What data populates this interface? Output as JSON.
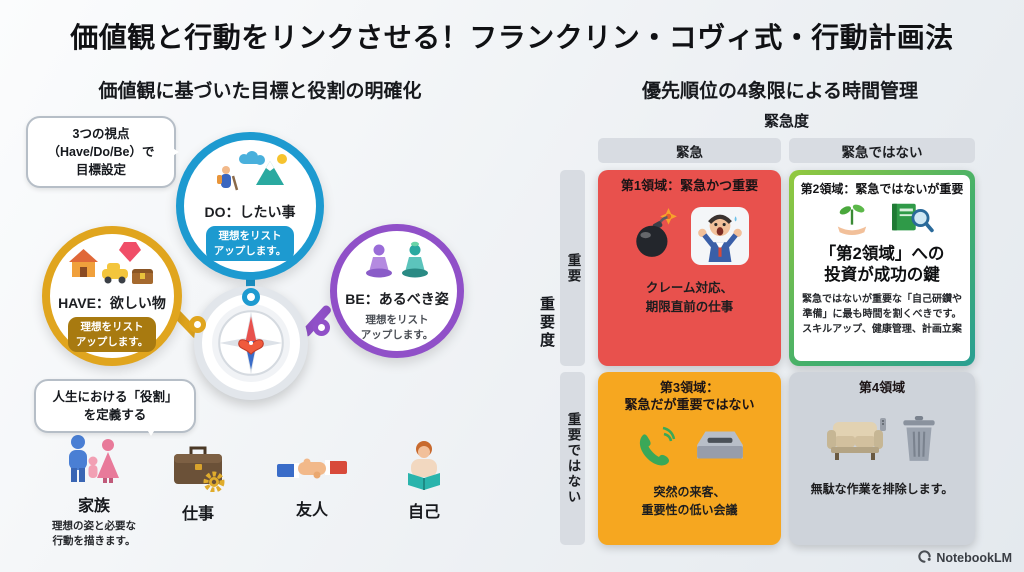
{
  "page": {
    "title": "価値観と行動をリンクさせる！フランクリン・コヴィ式・行動計画法",
    "brand": "NotebookLM"
  },
  "left": {
    "heading": "価値観に基づいた目標と役割の明確化",
    "bubble_goal": "3つの視点\n（Have/Do/Be）で\n目標設定",
    "bubble_role": "人生における「役割」\nを定義する",
    "do": {
      "title": "DO：したい事",
      "desc": "理想をリスト\nアップします。"
    },
    "have": {
      "title": "HAVE：欲しい物",
      "desc": "理想をリスト\nアップします。"
    },
    "be": {
      "title": "BE：あるべき姿",
      "desc": "理想をリスト\nアップします。"
    },
    "roles": {
      "family": {
        "label": "家族",
        "note": "理想の姿と必要な\n行動を描きます。"
      },
      "work": {
        "label": "仕事"
      },
      "friend": {
        "label": "友人"
      },
      "self": {
        "label": "自己"
      }
    }
  },
  "right": {
    "heading": "優先順位の4象限による時間管理",
    "urgency": "緊急度",
    "importance": "重要度",
    "cols": {
      "urgent": "緊急",
      "not_urgent": "緊急ではない"
    },
    "rows": {
      "important": "重要",
      "not_important": "重要ではない"
    },
    "q1": {
      "title": "第1領域：緊急かつ重要",
      "desc": "クレーム対応、\n期限直前の仕事"
    },
    "q2": {
      "title": "第2領域：緊急ではないが重要",
      "headline": "「第2領域」への\n投資が成功の鍵",
      "body": "緊急ではないが重要な「自己研鑽や\n準備」に最も時間を割くべきです。\nスキルアップ、健康管理、計画立案"
    },
    "q3": {
      "title": "第3領域：\n緊急だが重要ではない",
      "desc": "突然の来客、\n重要性の低い会議"
    },
    "q4": {
      "title": "第4領域",
      "desc": "無駄な作業を排除します。"
    }
  },
  "colors": {
    "do": "#1d9ad0",
    "have": "#e0a51e",
    "be": "#9050c8",
    "q1": "#e8514d",
    "q2_from": "#94c93e",
    "q2_to": "#2a9f93",
    "q3": "#f6a720",
    "q4": "#ced3da"
  }
}
